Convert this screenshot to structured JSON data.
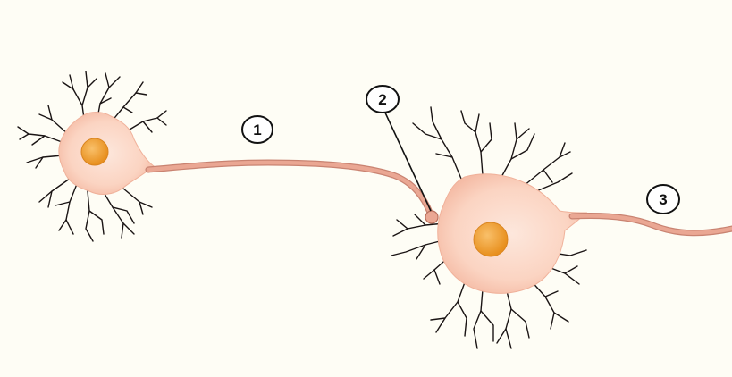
{
  "labels": [
    {
      "id": "1",
      "text": "1"
    },
    {
      "id": "2",
      "text": "2"
    },
    {
      "id": "3",
      "text": "3"
    }
  ],
  "colors": {
    "background": "#fefdf5",
    "cell_body": "#fbd4c2",
    "cell_body_edge": "#f4b79f",
    "nucleus": "#f0a13c",
    "nucleus_edge": "#d98422",
    "axon": "#e79e89",
    "axon_edge": "#c27c68",
    "outline": "#1a1414"
  }
}
